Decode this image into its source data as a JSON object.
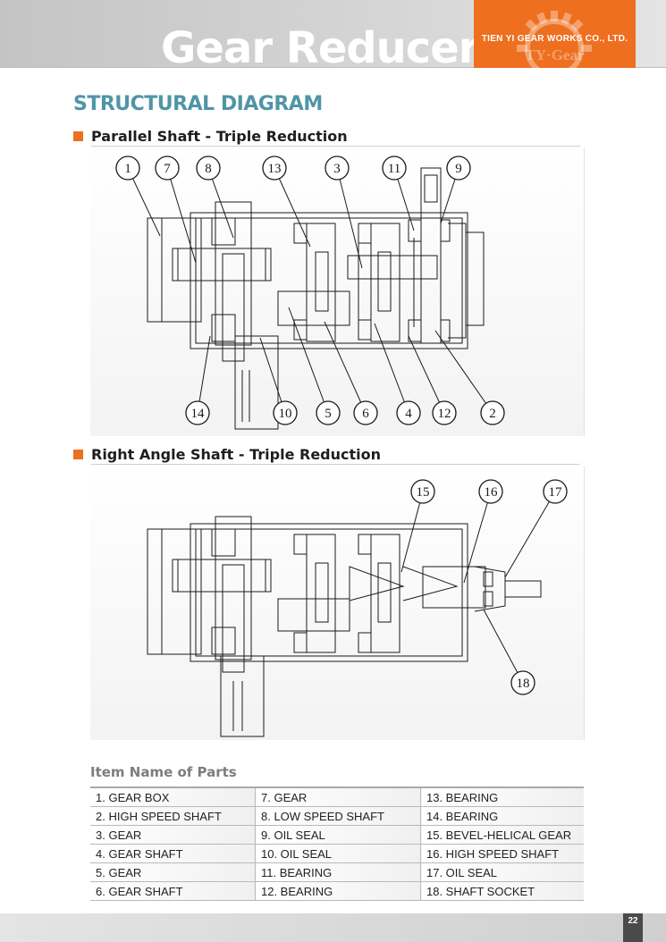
{
  "header": {
    "title": "Gear Reducer",
    "company": "TIEN YI GEAR WORKS CO., LTD.",
    "logo_text": "TY·Gear",
    "accent_color": "#ee6f1f"
  },
  "section_title": "STRUCTURAL DIAGRAM",
  "diagrams": [
    {
      "title": "Parallel Shaft - Triple Reduction",
      "callouts_top": [
        "1",
        "7",
        "8",
        "13",
        "3",
        "11",
        "9"
      ],
      "callouts_bottom": [
        "14",
        "10",
        "5",
        "6",
        "4",
        "12",
        "2"
      ]
    },
    {
      "title": "Right Angle Shaft  - Triple Reduction",
      "callouts_top": [
        "15",
        "16",
        "17"
      ],
      "callouts_bottom": [
        "18"
      ]
    }
  ],
  "parts": {
    "heading": "Item Name of Parts",
    "rows": [
      [
        "1.   GEAR BOX",
        "7.  GEAR",
        "13.  BEARING"
      ],
      [
        "2.   HIGH SPEED SHAFT",
        "8.  LOW SPEED SHAFT",
        "14.  BEARING"
      ],
      [
        "3.   GEAR",
        "9.  OIL SEAL",
        "15.  BEVEL-HELICAL GEAR"
      ],
      [
        "4.   GEAR SHAFT",
        "10. OIL SEAL",
        "16.  HIGH SPEED SHAFT"
      ],
      [
        "5.   GEAR",
        "11. BEARING",
        "17.  OIL SEAL"
      ],
      [
        "6.   GEAR SHAFT",
        "12. BEARING",
        "18.  SHAFT SOCKET"
      ]
    ]
  },
  "page_number": "22"
}
